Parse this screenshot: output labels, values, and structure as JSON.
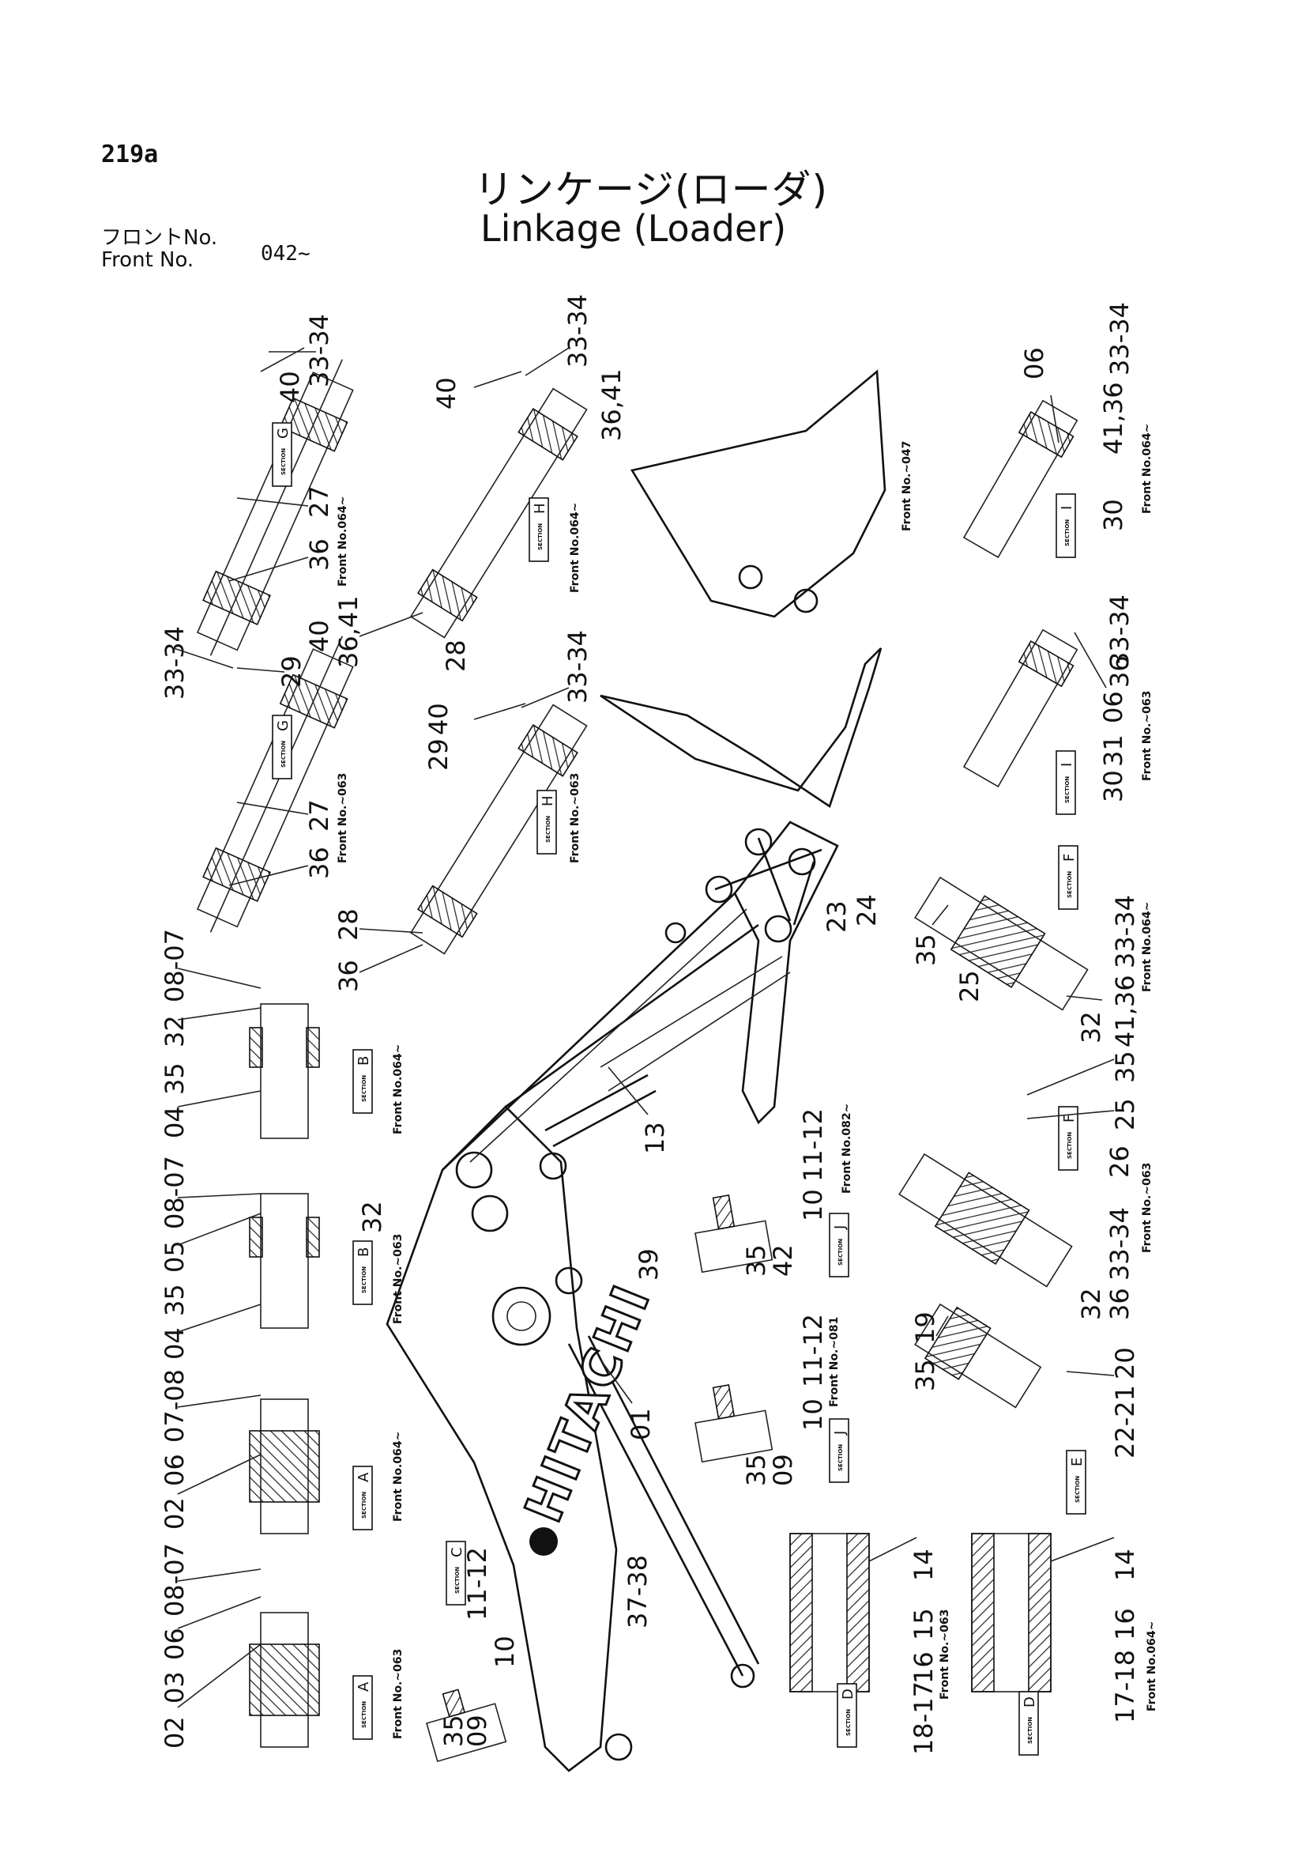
{
  "header": {
    "page_number": "219a",
    "title_jp": "リンケージ(ローダ)",
    "title_en": "Linkage (Loader)",
    "front_label_jp": "フロントNo.",
    "front_label_en": "Front  No.",
    "front_range": "042~"
  },
  "brand": {
    "logo_text": "HITACHI"
  },
  "sections": [
    {
      "id": "G-064",
      "letter": "G",
      "front": "Front No.064~",
      "parts": [
        {
          "id": "40",
          "label": "40"
        },
        {
          "id": "33-34",
          "label": "33-34"
        },
        {
          "id": "27",
          "label": "27"
        },
        {
          "id": "36",
          "label": "36"
        }
      ]
    },
    {
      "id": "G-063",
      "letter": "G",
      "front": "Front No.~063",
      "parts": [
        {
          "id": "33-34",
          "label": "33-34"
        },
        {
          "id": "29",
          "label": "29"
        },
        {
          "id": "40",
          "label": "40"
        },
        {
          "id": "27",
          "label": "27"
        },
        {
          "id": "36",
          "label": "36"
        }
      ]
    },
    {
      "id": "H-064",
      "letter": "H",
      "front": "Front No.064~",
      "parts": [
        {
          "id": "40",
          "label": "40"
        },
        {
          "id": "33-34",
          "label": "33-34"
        },
        {
          "id": "36,41a",
          "label": "36,41"
        },
        {
          "id": "36,41b",
          "label": "36,41"
        },
        {
          "id": "28",
          "label": "28"
        }
      ]
    },
    {
      "id": "H-063",
      "letter": "H",
      "front": "Front No.~063",
      "parts": [
        {
          "id": "29",
          "label": "29"
        },
        {
          "id": "40",
          "label": "40"
        },
        {
          "id": "33-34",
          "label": "33-34"
        },
        {
          "id": "28",
          "label": "28"
        },
        {
          "id": "36",
          "label": "36"
        }
      ]
    },
    {
      "id": "I-064",
      "letter": "I",
      "front": "Front No.064~",
      "parts": [
        {
          "id": "06",
          "label": "06"
        },
        {
          "id": "41,36",
          "label": "41,36"
        },
        {
          "id": "33-34",
          "label": "33-34"
        },
        {
          "id": "30",
          "label": "30"
        }
      ]
    },
    {
      "id": "I-063",
      "letter": "I",
      "front": "Front No.~063",
      "parts": [
        {
          "id": "33-34",
          "label": "33-34"
        },
        {
          "id": "30",
          "label": "30"
        },
        {
          "id": "31",
          "label": "31"
        },
        {
          "id": "06",
          "label": "06"
        },
        {
          "id": "36",
          "label": "36"
        }
      ]
    },
    {
      "id": "F-064",
      "letter": "F",
      "front": "Front No.064~",
      "parts": [
        {
          "id": "35",
          "label": "35"
        },
        {
          "id": "25",
          "label": "25"
        },
        {
          "id": "32",
          "label": "32"
        },
        {
          "id": "41,36",
          "label": "41,36"
        },
        {
          "id": "33-34",
          "label": "33-34"
        }
      ]
    },
    {
      "id": "F-063",
      "letter": "F",
      "front": "Front No.~063",
      "parts": [
        {
          "id": "35",
          "label": "35"
        },
        {
          "id": "25",
          "label": "25"
        },
        {
          "id": "26",
          "label": "26"
        },
        {
          "id": "33-34",
          "label": "33-34"
        },
        {
          "id": "36",
          "label": "36"
        },
        {
          "id": "32",
          "label": "32"
        }
      ]
    },
    {
      "id": "E",
      "letter": "E",
      "front": "",
      "parts": [
        {
          "id": "35",
          "label": "35"
        },
        {
          "id": "19",
          "label": "19"
        },
        {
          "id": "20",
          "label": "20"
        },
        {
          "id": "22-21",
          "label": "22-21"
        }
      ]
    },
    {
      "id": "B-064",
      "letter": "B",
      "front": "Front No.064~",
      "parts": [
        {
          "id": "08-07",
          "label": "08-07"
        },
        {
          "id": "32",
          "label": "32"
        },
        {
          "id": "35",
          "label": "35"
        },
        {
          "id": "04",
          "label": "04"
        }
      ]
    },
    {
      "id": "B-063",
      "letter": "B",
      "front": "Front No.~063",
      "parts": [
        {
          "id": "08-07",
          "label": "08-07"
        },
        {
          "id": "05",
          "label": "05"
        },
        {
          "id": "32",
          "label": "32"
        },
        {
          "id": "35",
          "label": "35"
        },
        {
          "id": "04",
          "label": "04"
        }
      ]
    },
    {
      "id": "A-064",
      "letter": "A",
      "front": "Front No.064~",
      "parts": [
        {
          "id": "07-08",
          "label": "07-08"
        },
        {
          "id": "06",
          "label": "06"
        },
        {
          "id": "02",
          "label": "02"
        }
      ]
    },
    {
      "id": "A-063",
      "letter": "A",
      "front": "Front No.~063",
      "parts": [
        {
          "id": "08-07",
          "label": "08-07"
        },
        {
          "id": "06",
          "label": "06"
        },
        {
          "id": "03",
          "label": "03"
        },
        {
          "id": "02",
          "label": "02"
        }
      ]
    },
    {
      "id": "C",
      "letter": "C",
      "front": "",
      "parts": [
        {
          "id": "11-12",
          "label": "11-12"
        },
        {
          "id": "10",
          "label": "10"
        },
        {
          "id": "09",
          "label": "09"
        },
        {
          "id": "35",
          "label": "35"
        }
      ]
    },
    {
      "id": "J-082",
      "letter": "J",
      "front": "Front No.082~",
      "parts": [
        {
          "id": "11-12",
          "label": "11-12"
        },
        {
          "id": "10",
          "label": "10"
        },
        {
          "id": "42",
          "label": "42"
        },
        {
          "id": "35",
          "label": "35"
        }
      ]
    },
    {
      "id": "J-081",
      "letter": "J",
      "front": "Front No.~081",
      "parts": [
        {
          "id": "11-12",
          "label": "11-12"
        },
        {
          "id": "10",
          "label": "10"
        },
        {
          "id": "09",
          "label": "09"
        },
        {
          "id": "35",
          "label": "35"
        }
      ]
    },
    {
      "id": "D-063",
      "letter": "D",
      "front": "Front No.~063",
      "parts": [
        {
          "id": "14",
          "label": "14"
        },
        {
          "id": "15",
          "label": "15"
        },
        {
          "id": "16",
          "label": "16"
        },
        {
          "id": "18-17",
          "label": "18-17"
        }
      ]
    },
    {
      "id": "D-064",
      "letter": "D",
      "front": "Front No.064~",
      "parts": [
        {
          "id": "14",
          "label": "14"
        },
        {
          "id": "16",
          "label": "16"
        },
        {
          "id": "17-18",
          "label": "17-18"
        }
      ]
    }
  ],
  "main_parts": [
    {
      "id": "01",
      "label": "01"
    },
    {
      "id": "13",
      "label": "13"
    },
    {
      "id": "23",
      "label": "23"
    },
    {
      "id": "24",
      "label": "24"
    },
    {
      "id": "37-38",
      "label": "37-38"
    },
    {
      "id": "39",
      "label": "39"
    }
  ],
  "bucket_front": "Front No.~047",
  "section_word": "SECTION"
}
